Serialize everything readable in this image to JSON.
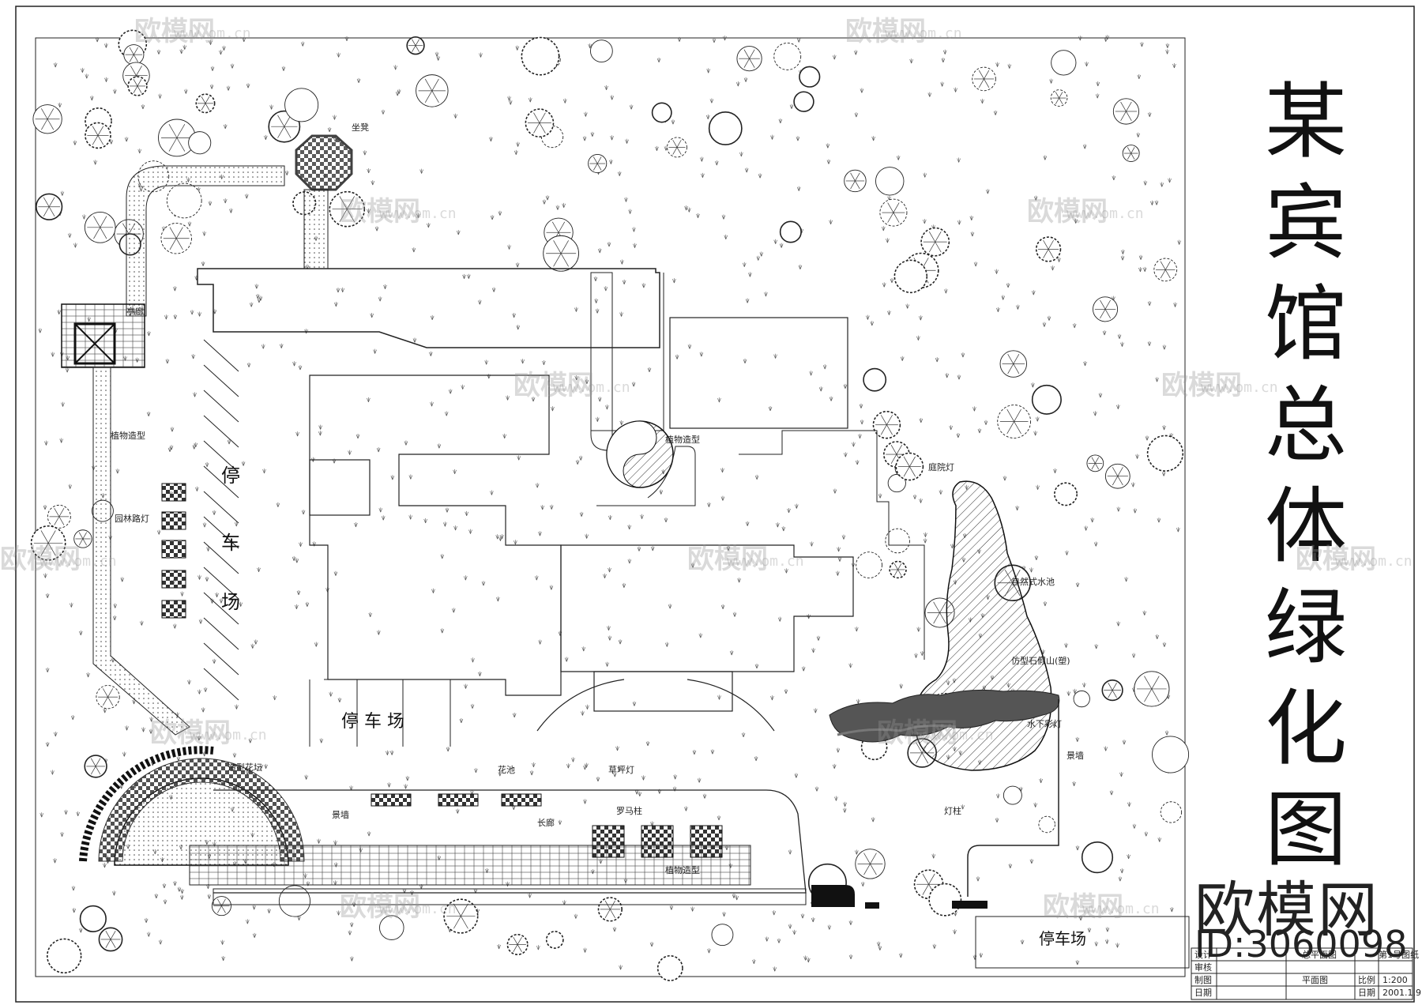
{
  "title_chars": [
    "某",
    "宾",
    "馆",
    "总",
    "体",
    "绿",
    "化",
    "图"
  ],
  "brand": "欧模网",
  "model_id": "ID:3060098",
  "watermark": {
    "text": "欧模网",
    "url": "www.om.cn"
  },
  "labels": {
    "parking_main": [
      "停",
      "车",
      "场"
    ],
    "parking_mid": "停 车 场",
    "parking_lower": "停车场",
    "plant_shape_1": "植物造型",
    "plant_shape_2": "植物造型",
    "plant_shape_3": "植物造型",
    "garden_lamp_left": "园林路灯",
    "shaped_flower_bed": "造型花坛",
    "flower_pond": "花池",
    "lawn_lamp": "草坪灯",
    "roman_column": "罗马柱",
    "landscape_wall": "景墙",
    "garden_lamp_right": "庭院灯",
    "natural_pond": "自然式水池",
    "rockery": "仿型石假山(塑)",
    "underwater_lamp": "水下彩灯",
    "landscape_wall_right": "景墙",
    "pavilion": "亭廊",
    "bench": "坐凳",
    "corridor": "长廊",
    "light_column": "灯柱"
  },
  "title_block": {
    "rows": [
      "设计",
      "审核",
      "制图",
      "日期"
    ],
    "project": "总平面图",
    "sheet": "平面图",
    "scale_label": "比例",
    "scale": "1:200",
    "date_label": "日期",
    "date": "2001.1.9",
    "drawing_no": "第1号图纸"
  },
  "colors": {
    "line": "#111111",
    "rock": "#555555",
    "watermark": "#969696"
  }
}
